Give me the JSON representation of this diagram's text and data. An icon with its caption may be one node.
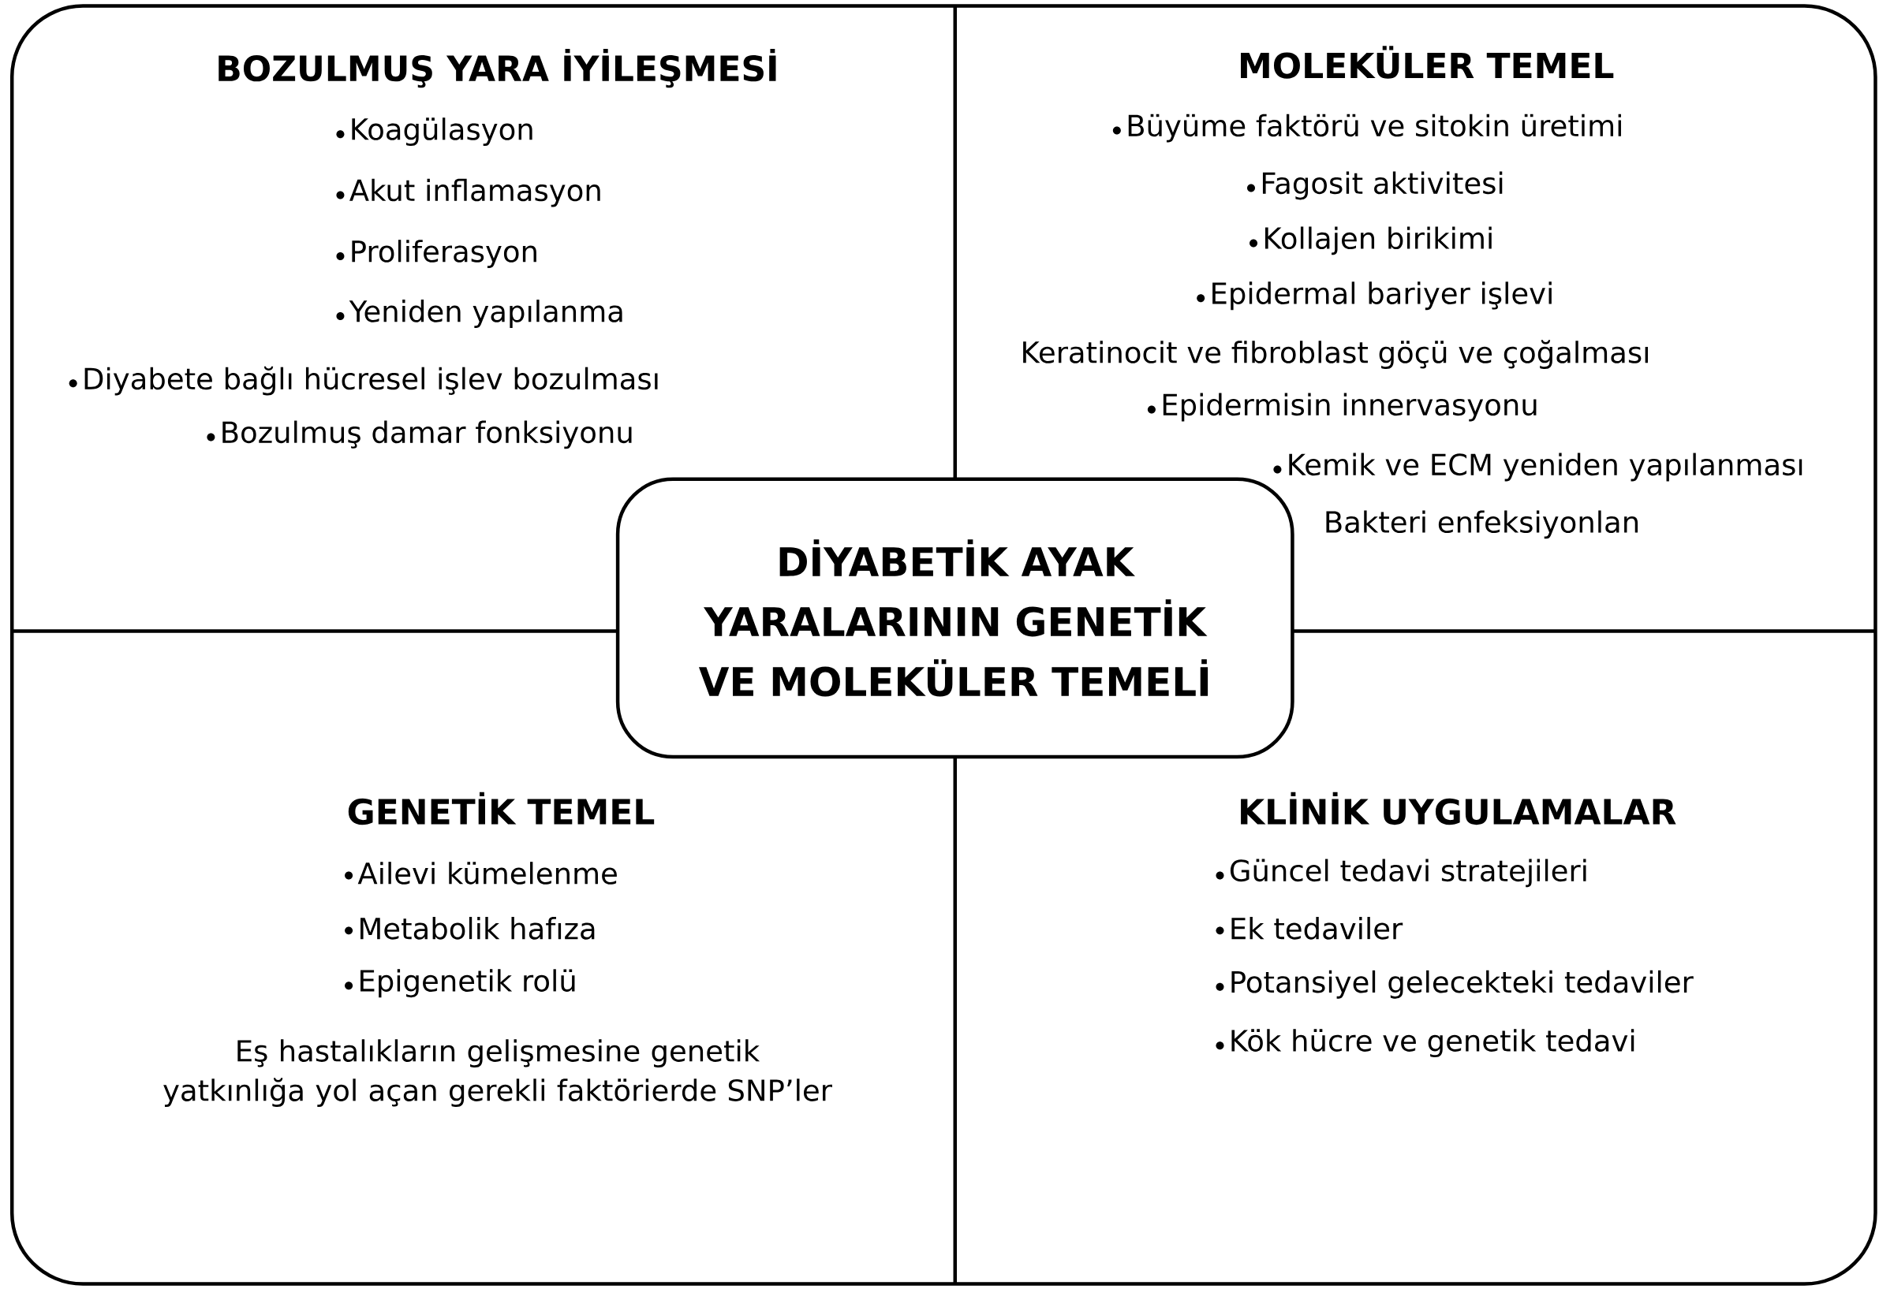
{
  "diagram": {
    "nodes": [
      {
        "text": [
          "BOZULMUŞ YARA İYİLEŞMESİ",
          "Koagülasyon",
          "Akut inflamasyon",
          "Proliferasyon",
          "Yeniden yapılanma",
          "Diyabete bağlı hücresel işlev bozulması",
          "Bozulmuş damar fonksiyonu"
        ]
      },
      {
        "text": [
          "MOLEKÜLER TEMEL",
          "Büyüme faktörü ve sitokin üretimi",
          "Fagosit aktivitesi",
          "Kollajen birikimi",
          "Epidermal bariyer işlevi",
          "Keratinocit ve fibroblast göçü ve çoğalması",
          "Epidermisin innervasyonu",
          "Kemik ve ECM yeniden yapılanması",
          "Bakteri enfeksiyonlan"
        ]
      },
      {
        "text": [
          "GENETİK TEMEL",
          "Ailevi kümelenme",
          "Metabolik hafıza",
          "Epigenetik rolü",
          "Eş hastalıkların gelişmesine genetik yatkınlığa yol açan gerekli faktörierde SNP’ler"
        ]
      },
      {
        "text": [
          "KLİNİK UYGULAMALAR",
          "Güncel tedavi stratejileri",
          "Ek tedaviler",
          "Potansiyel gelecekteki tedaviler",
          "Kök hücre ve genetik tedavi"
        ]
      },
      {
        "text": [
          "DİYABETİK AYAK YARALARININ GENETİK VE MOLEKÜLER TEMELİ"
        ]
      }
    ]
  }
}
